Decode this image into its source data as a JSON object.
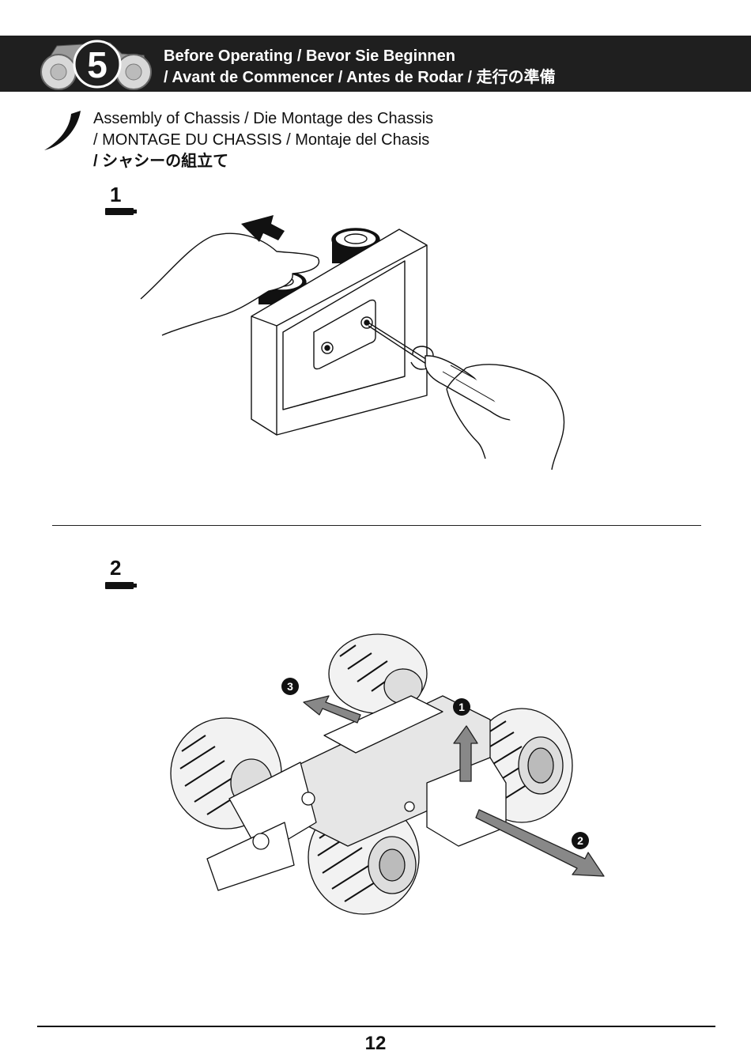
{
  "header": {
    "step_number": "5",
    "title_line1": "Before Operating  / Bevor Sie Beginnen",
    "title_line2": "/ Avant de Commencer / Antes de Rodar / 走行の準備"
  },
  "section": {
    "title_line1": "Assembly of Chassis / Die Montage des Chassis",
    "title_line2": "/ MONTAGE DU CHASSIS / Montaje del Chasis",
    "title_line3": "/ シャシーの組立て"
  },
  "steps": [
    {
      "number": "1"
    },
    {
      "number": "2"
    }
  ],
  "callouts": {
    "c1": "1",
    "c2": "2",
    "c3": "3"
  },
  "footer": {
    "page_number": "12"
  }
}
